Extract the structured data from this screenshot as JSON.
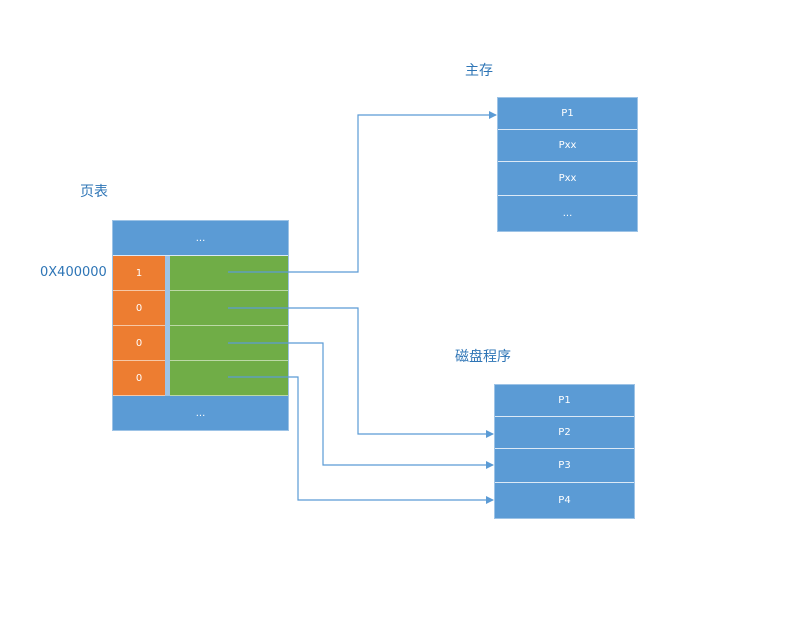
{
  "labels": {
    "main_memory": "主存",
    "page_table": "页表",
    "disk_program": "磁盘程序",
    "address": "0X400000"
  },
  "page_table": {
    "top": "...",
    "bottom": "...",
    "rows": [
      {
        "bit": "1"
      },
      {
        "bit": "0"
      },
      {
        "bit": "0"
      },
      {
        "bit": "0"
      }
    ]
  },
  "main_memory": {
    "cells": [
      "P1",
      "Pxx",
      "Pxx",
      "..."
    ]
  },
  "disk": {
    "cells": [
      "P1",
      "P2",
      "P3",
      "P4"
    ]
  },
  "colors": {
    "accent": "#5b9bd5",
    "orange": "#ed7d31",
    "green": "#70ad47",
    "text": "#2e75b6"
  }
}
